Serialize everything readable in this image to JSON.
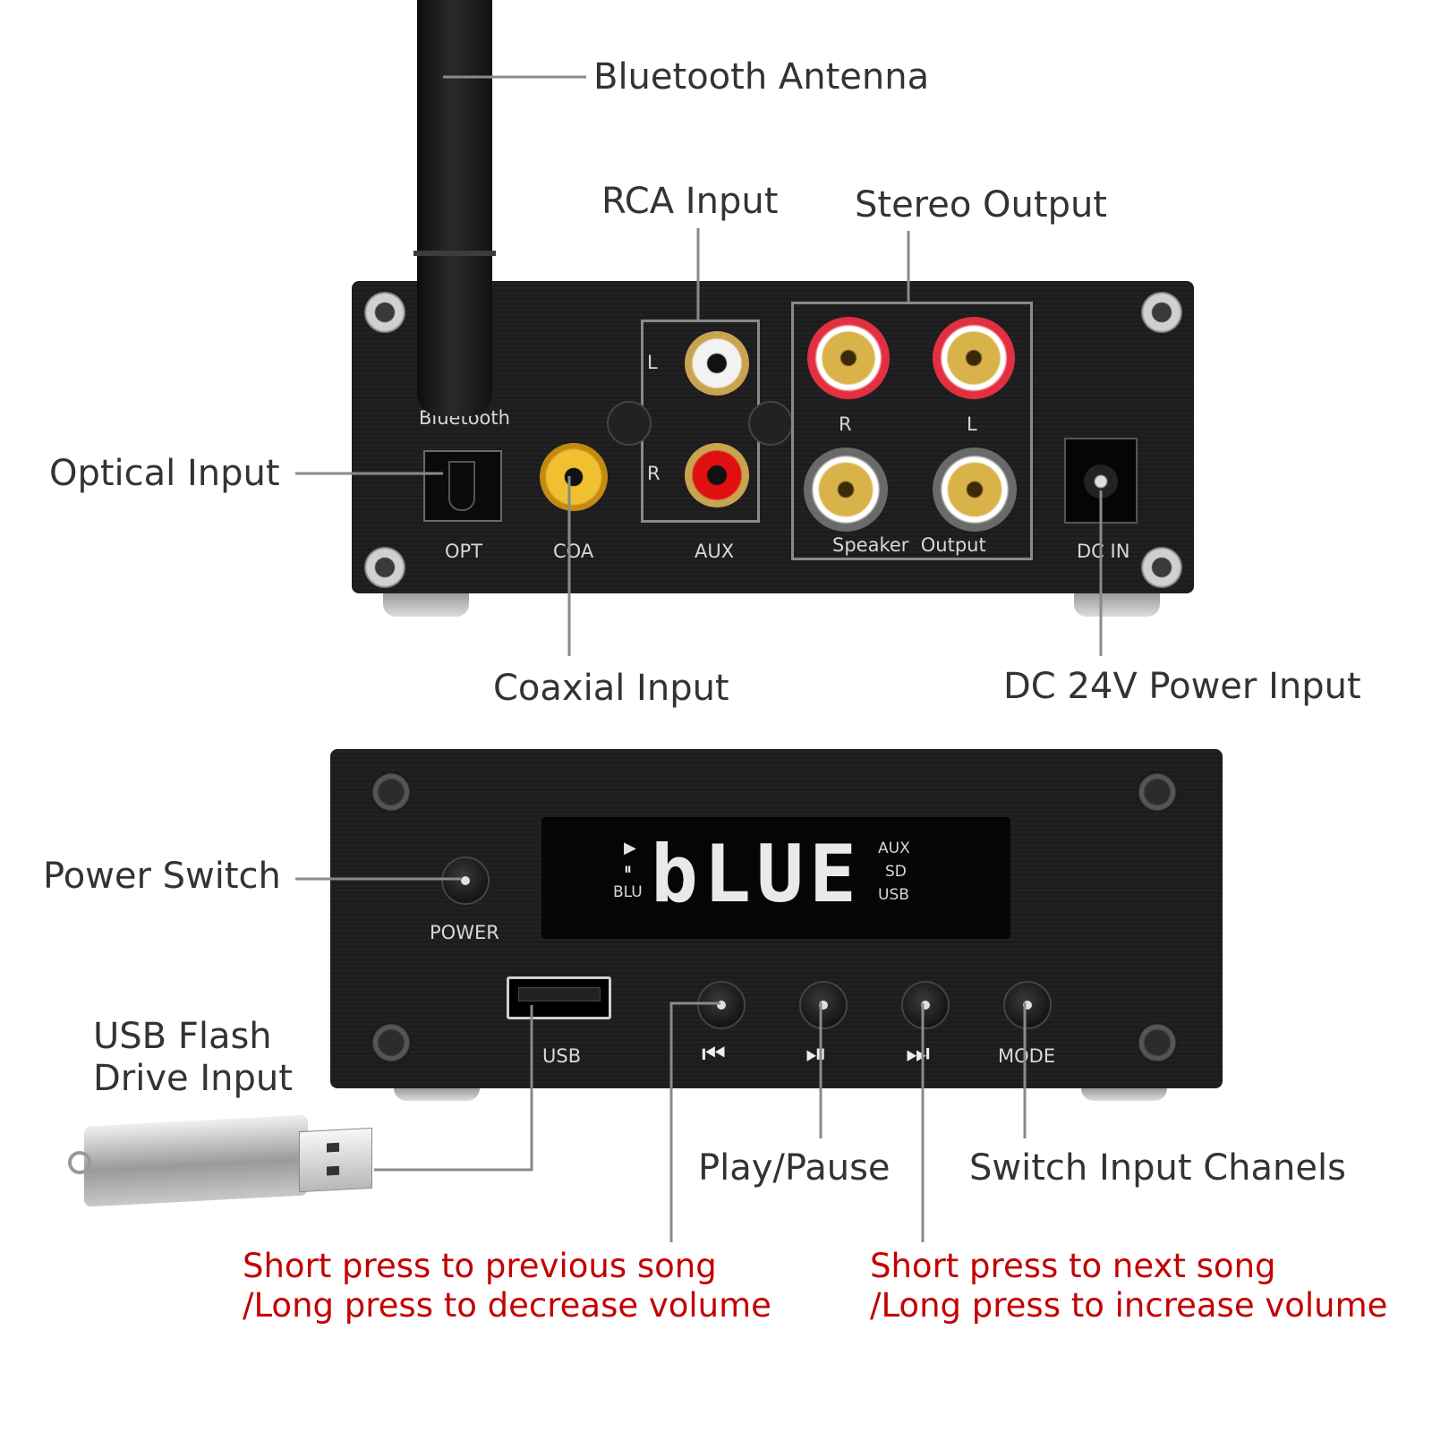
{
  "callouts": {
    "bluetooth_antenna": "Bluetooth Antenna",
    "rca_input": "RCA Input",
    "stereo_output": "Stereo Output",
    "optical_input": "Optical Input",
    "coaxial_input": "Coaxial Input",
    "dc_power_input": "DC 24V Power Input",
    "power_switch": "Power Switch",
    "usb_flash_line1": "USB Flash",
    "usb_flash_line2": "Drive Input",
    "play_pause": "Play/Pause",
    "switch_input": "Switch Input Chanels",
    "prev_line1": "Short press to previous song",
    "prev_line2": "/Long press to decrease volume",
    "next_line1": "Short press to next song",
    "next_line2": "/Long press to increase volume"
  },
  "rear_panel": {
    "bluetooth_label": "Bluetooth",
    "opt_label": "OPT",
    "coa_label": "COA",
    "aux_label": "AUX",
    "aux_l": "L",
    "aux_r": "R",
    "spk_r": "R",
    "spk_l": "L",
    "speaker_output_label": "Speaker  Output",
    "dc_in_label": "DC IN"
  },
  "front_panel": {
    "power_label": "POWER",
    "usb_label": "USB",
    "mode_label": "MODE",
    "display_text": "bLUE",
    "display_blu": "BLU",
    "display_aux": "AUX",
    "display_sd": "SD",
    "display_usb": "USB",
    "prev_glyph": "⏮",
    "playpause_glyph": "⏯",
    "next_glyph": "⏭"
  },
  "colors": {
    "callout_text": "#333333",
    "note_text": "#c40000",
    "leader_line": "#8a8a8a",
    "panel": "#1e1e20"
  }
}
